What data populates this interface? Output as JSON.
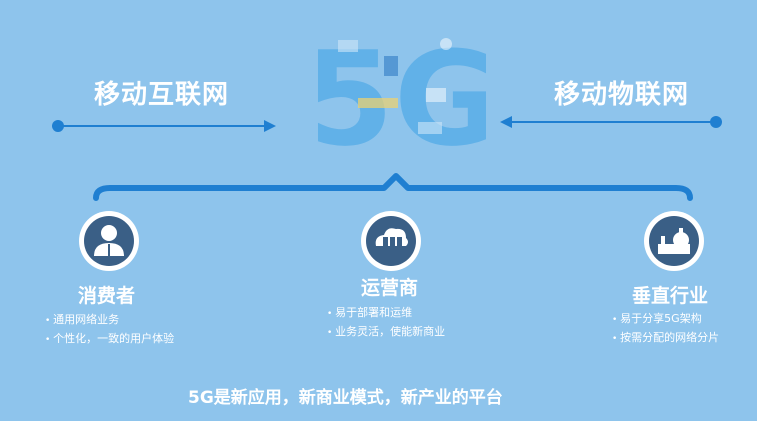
{
  "left_label": "移动互联网",
  "right_label": "移动物联网",
  "center_logo": "5G",
  "sections": [
    {
      "title": "消费者",
      "icon": "user-icon",
      "bullets": [
        "通用网络业务",
        "个性化，一致的用户体验"
      ]
    },
    {
      "title": "运营商",
      "icon": "cloud-server-icon",
      "bullets": [
        "易于部署和运维",
        "业务灵活，使能新商业"
      ]
    },
    {
      "title": "垂直行业",
      "icon": "factory-icon",
      "bullets": [
        "易于分享5G架构",
        "按需分配的网络分片"
      ]
    }
  ],
  "footer": "5G是新应用，新商业模式，新产业的平台",
  "colors": {
    "background": "#8ec4ec",
    "accent_blue": "#1f7fd1",
    "icon_circle": "#3a5f86"
  }
}
